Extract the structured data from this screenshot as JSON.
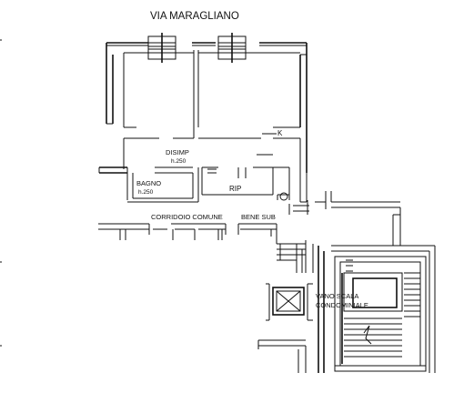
{
  "street": "VIA MARAGLIANO",
  "rooms": {
    "disimpegno": "DISIMP",
    "disimpegno_height": "h.250",
    "kitchen": "K",
    "bagno": "BAGNO",
    "bagno_height": "h.250",
    "ripostiglio": "RIP",
    "corridor": "CORRIDOIO COMUNE",
    "bene_sub": "BENE SUB",
    "stair_line1": "VANO SCALA",
    "stair_line2": "CONDOMINIALE"
  },
  "colors": {
    "ink": "#111111",
    "paper": "#ffffff"
  }
}
